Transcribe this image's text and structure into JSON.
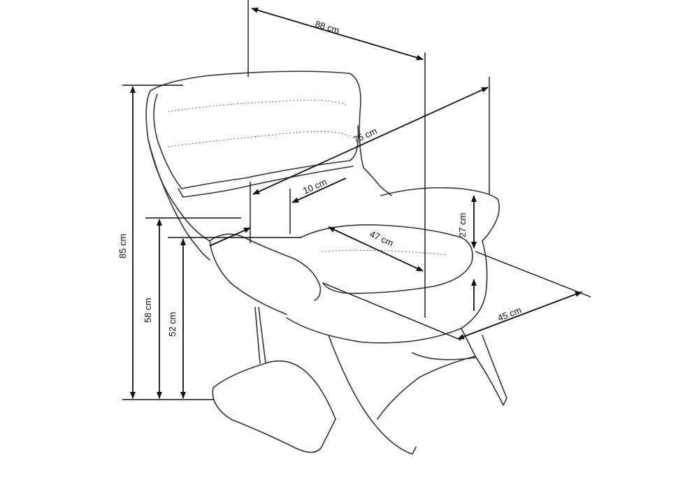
{
  "dimensions": {
    "total_width": "88 cm",
    "diagonal_depth": "75 cm",
    "armrest_width": "10 cm",
    "seat_depth": "47 cm",
    "armrest_height": "27 cm",
    "seat_width": "45 cm",
    "total_height": "85 cm",
    "armrest_floor_height": "58 cm",
    "seat_height": "52 cm"
  }
}
